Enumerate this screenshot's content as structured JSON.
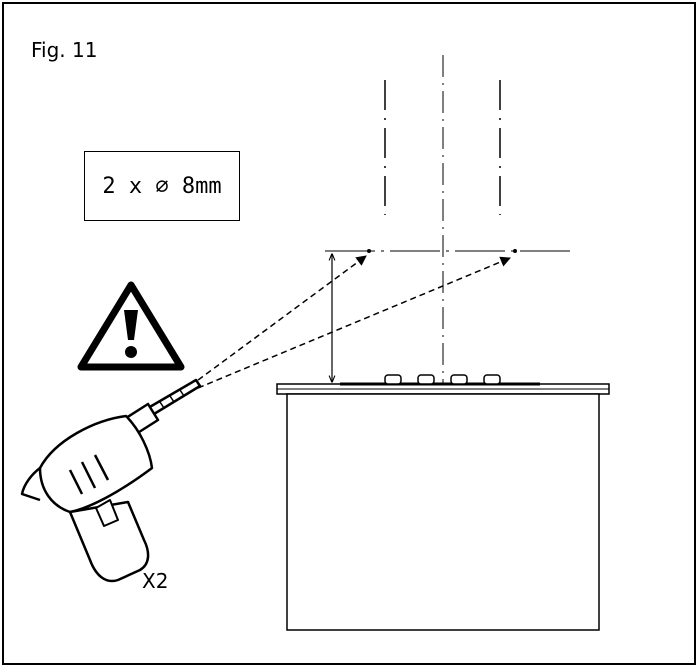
{
  "figure": {
    "label": "Fig. 11",
    "spec": "2 x ⌀ 8mm",
    "quantity": "X2"
  },
  "icons": {
    "warning": "warning-triangle-icon",
    "drill": "power-drill-icon"
  },
  "colors": {
    "ink": "#000000",
    "background": "#ffffff"
  }
}
